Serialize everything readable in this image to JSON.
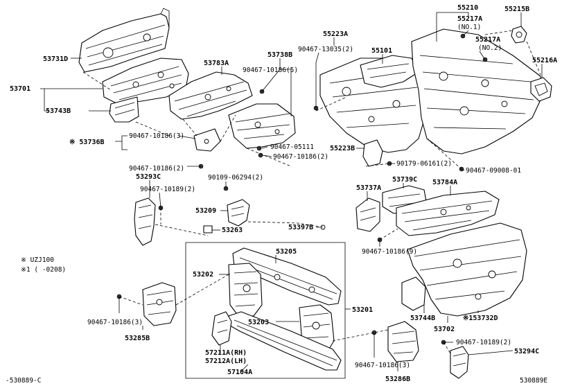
{
  "labels": {
    "p53731D": "53731D",
    "p53701": "53701",
    "p53743B": "53743B",
    "p53736B": "53736B",
    "note_mark": "※",
    "b90467_10186_3a": "90467-10186(3)",
    "b90467_10186_2a": "90467-10186(2)",
    "p53783A": "53783A",
    "p53738B": "53738B",
    "b90467_10186_5": "90467-10186(5)",
    "b90467_05111": "90467-05111",
    "b90467_10186_2b": "90467-10186(2)",
    "p55223A": "55223A",
    "b90467_13035_2": "90467-13035(2)",
    "p55101": "55101",
    "p55210": "55210",
    "p55217A_1": "55217A",
    "p55217A_1_no": "(NO.1)",
    "p55215B": "55215B",
    "p55217A_2": "55217A",
    "p55217A_2_no": "(NO.2)",
    "p55216A": "55216A",
    "p55223B": "55223B",
    "b90179_06161_2": "90179-06161(2)",
    "b90467_09008_01": "90467-09008-01",
    "p53293C": "53293C",
    "b90467_10189_2a": "90467-10189(2)",
    "b90109_06294_2": "90109-06294(2)",
    "p53209": "53209",
    "p53263": "53263",
    "p53397B": "53397B",
    "p53737A": "53737A",
    "p53739C": "53739C",
    "p53784A": "53784A",
    "b90467_10186_9": "90467-10186(9)",
    "legend_line1": "※ UZJ100",
    "legend_line2": "※1 (    -0208)",
    "p53205": "53205",
    "p53202": "53202",
    "p53201": "53201",
    "p53203": "53203",
    "b90467_10186_3b": "90467-10186(3)",
    "p53285B": "53285B",
    "p53744B": "53744B",
    "p153732D": "※153732D",
    "p53702": "53702",
    "b90467_10189_2b": "90467-10189(2)",
    "p53294C": "53294C",
    "p57211A": "57211A(RH)",
    "p57212A": "57212A(LH)",
    "p57104A": "57104A",
    "b90467_10186_3c": "90467-10186(3)",
    "p53286B": "53286B",
    "footer_left": "-530889-C",
    "footer_right": "530889E"
  }
}
